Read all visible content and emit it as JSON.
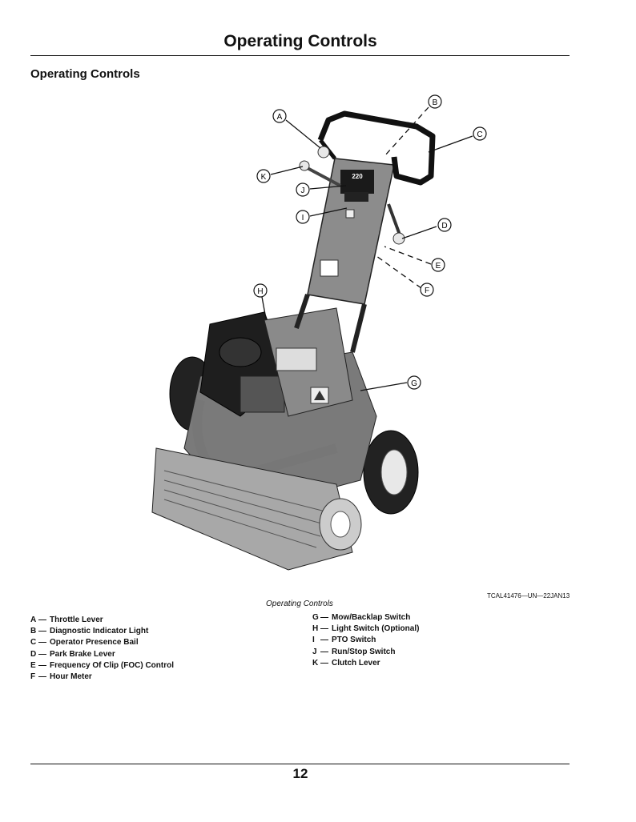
{
  "header": {
    "title": "Operating Controls"
  },
  "section": {
    "title": "Operating Controls"
  },
  "figure": {
    "callouts": [
      "A",
      "B",
      "C",
      "D",
      "E",
      "F",
      "G",
      "H",
      "I",
      "J",
      "K"
    ],
    "reference": "TCAL41476—UN—22JAN13",
    "caption": "Operating Controls",
    "decal": "220"
  },
  "legend_left": [
    {
      "key": "A",
      "sep": "—",
      "label": "Throttle Lever"
    },
    {
      "key": "B",
      "sep": "—",
      "label": "Diagnostic Indicator Light"
    },
    {
      "key": "C",
      "sep": "—",
      "label": "Operator Presence Bail"
    },
    {
      "key": "D",
      "sep": "—",
      "label": "Park Brake Lever"
    },
    {
      "key": "E",
      "sep": "—",
      "label": "Frequency Of Clip (FOC) Control"
    },
    {
      "key": "F",
      "sep": "—",
      "label": "Hour Meter"
    }
  ],
  "legend_right": [
    {
      "key": "G",
      "sep": "—",
      "label": "Mow/Backlap Switch"
    },
    {
      "key": "H",
      "sep": "—",
      "label": "Light Switch (Optional)"
    },
    {
      "key": "I",
      "sep": "—",
      "label": "PTO Switch"
    },
    {
      "key": "J",
      "sep": "—",
      "label": "Run/Stop Switch"
    },
    {
      "key": "K",
      "sep": "—",
      "label": "Clutch Lever"
    }
  ],
  "footer": {
    "page_number": "12"
  }
}
